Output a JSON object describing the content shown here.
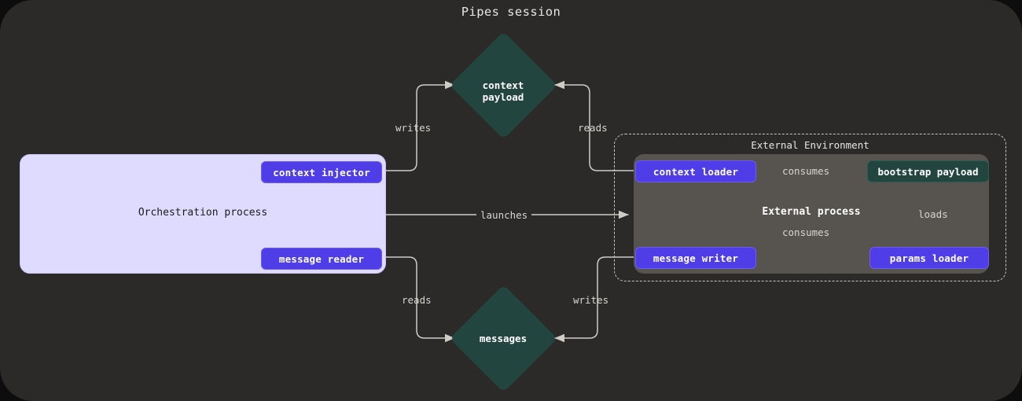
{
  "title": "Pipes session",
  "colors": {
    "canvas": "#2b2a28",
    "orchestration_fill": "#dedbff",
    "pill": "#4f3de8",
    "payload_green": "#22463f",
    "external_process": "#57534e",
    "wire": "#cfccc7",
    "text_light": "#e8e6e3"
  },
  "groups": {
    "orchestration": {
      "label": "Orchestration process"
    },
    "external_environment": {
      "label": "External Environment"
    },
    "external_process": {
      "label": "External process"
    }
  },
  "nodes": {
    "context_injector": "context injector",
    "message_reader": "message reader",
    "context_loader": "context loader",
    "message_writer": "message writer",
    "params_loader": "params loader",
    "bootstrap_payload": "bootstrap payload",
    "context_payload_line1": "context",
    "context_payload_line2": "payload",
    "messages": "messages"
  },
  "edges": [
    {
      "id": "writes_context",
      "label": "writes",
      "from": "context injector",
      "to": "context payload"
    },
    {
      "id": "reads_context",
      "label": "reads",
      "from": "context loader",
      "to": "context payload"
    },
    {
      "id": "launches",
      "label": "launches",
      "from": "Orchestration process",
      "to": "External Environment"
    },
    {
      "id": "reads_messages",
      "label": "reads",
      "from": "message reader",
      "to": "messages"
    },
    {
      "id": "writes_messages",
      "label": "writes",
      "from": "message writer",
      "to": "messages"
    },
    {
      "id": "consumes_top",
      "label": "consumes",
      "from": "context loader",
      "to": "bootstrap payload"
    },
    {
      "id": "consumes_mid",
      "label": "consumes",
      "from": "message writer",
      "to": "bootstrap payload"
    },
    {
      "id": "loads",
      "label": "loads",
      "from": "params loader",
      "to": "bootstrap payload"
    }
  ]
}
